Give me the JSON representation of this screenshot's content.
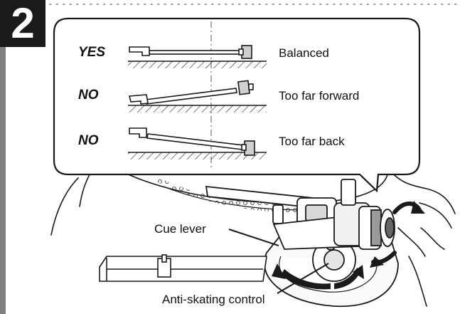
{
  "step": {
    "number": "2"
  },
  "balance_panel": {
    "rows": [
      {
        "verdict": "YES",
        "description": "Balanced"
      },
      {
        "verdict": "NO",
        "description": "Too far forward"
      },
      {
        "verdict": "NO",
        "description": "Too far back"
      }
    ]
  },
  "callouts": {
    "cue_lever": "Cue lever",
    "anti_skating": "Anti-skating control"
  }
}
